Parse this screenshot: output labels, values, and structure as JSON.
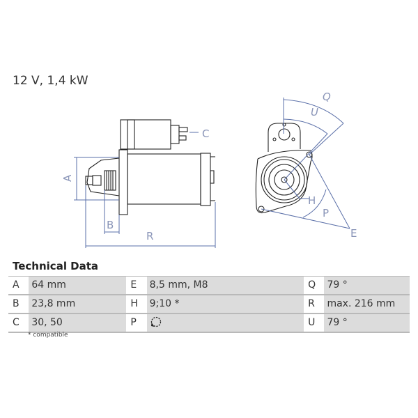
{
  "header": {
    "title": "12 V, 1,4 kW"
  },
  "drawing": {
    "line_color": "#222222",
    "dim_color": "#5a6fa8",
    "side_view_labels": {
      "A": "A",
      "B": "B",
      "C": "C",
      "R": "R"
    },
    "front_view_labels": {
      "Q": "Q",
      "U": "U",
      "H": "H",
      "P": "P",
      "E": "E"
    }
  },
  "technical_data": {
    "heading": "Technical Data",
    "rows": [
      {
        "c1_label": "A",
        "c1_value": "64 mm",
        "c2_label": "E",
        "c2_value": "8,5 mm, M8",
        "c3_label": "Q",
        "c3_value": "79 °"
      },
      {
        "c1_label": "B",
        "c1_value": "23,8 mm",
        "c2_label": "H",
        "c2_value": "9;10 *",
        "c3_label": "R",
        "c3_value": "max. 216 mm"
      },
      {
        "c1_label": "C",
        "c1_value": "30, 50",
        "c2_label": "P",
        "c2_value": "",
        "c2_icon": "rotation-counterclockwise-icon",
        "c3_label": "U",
        "c3_value": "79 °"
      }
    ],
    "footnote": "* compatible"
  },
  "colors": {
    "row_fill": "#dcdcdc",
    "row_line": "#b9b9b9"
  }
}
